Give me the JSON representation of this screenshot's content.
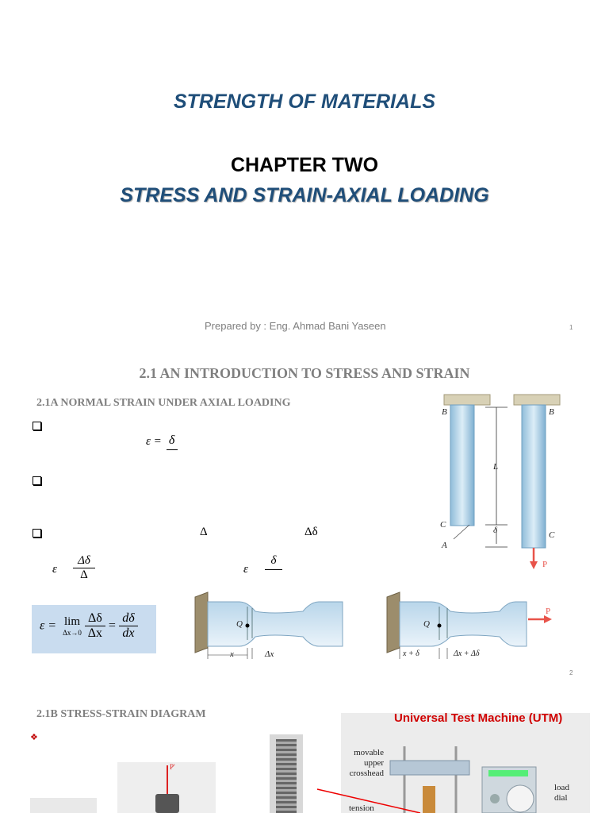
{
  "slide1": {
    "title": "STRENGTH OF MATERIALS",
    "chapter": "CHAPTER TWO",
    "subtitle": "STRESS AND STRAIN-AXIAL LOADING",
    "prepared_by": "Prepared by :  Eng. Ahmad Bani Yaseen",
    "page_number": "1"
  },
  "slide2": {
    "heading": "2.1   AN INTRODUCTION TO STRESS AND STRAIN",
    "subheading": "2.1A NORMAL STRAIN UNDER AXIAL LOADING",
    "eq1": {
      "lhs": "ε =",
      "num": "δ"
    },
    "delta_1": "Δ",
    "delta_2": "Δδ",
    "eq2": {
      "eps": "ε",
      "num": "Δδ",
      "den": "Δ"
    },
    "eq3": {
      "eps": "ε",
      "num": "δ"
    },
    "limit_eq": {
      "lhs": "ε =",
      "lim": "lim",
      "sub": "Δx→0",
      "num1": "Δδ",
      "den1": "Δx",
      "eq": "=",
      "num2": "dδ",
      "den2": "dx"
    },
    "bar_labels": {
      "B_left": "B",
      "B_right": "B",
      "L": "L",
      "C_left": "C",
      "A": "A",
      "C_right": "C",
      "delta": "δ",
      "P": "P"
    },
    "specimen1": {
      "Q": "Q",
      "x": "x",
      "dx": "Δx"
    },
    "specimen2": {
      "Q": "Q",
      "x": "x + δ",
      "dx": "Δx + Δδ",
      "P": "P"
    },
    "page_number": "2"
  },
  "slide3": {
    "subheading": "2.1B STRESS-STRAIN DIAGRAM",
    "utm_title": "Universal Test Machine (UTM)",
    "utm_labels": {
      "crosshead": [
        "movable",
        "upper",
        "crosshead"
      ],
      "load_dial": [
        "load",
        "dial"
      ],
      "tension": "tension"
    },
    "photo_label": "P'"
  },
  "colors": {
    "title_blue": "#1f4e79",
    "gray": "#7f7f7f",
    "utm_red": "#d00000",
    "eq_box": "#c9dcef"
  }
}
